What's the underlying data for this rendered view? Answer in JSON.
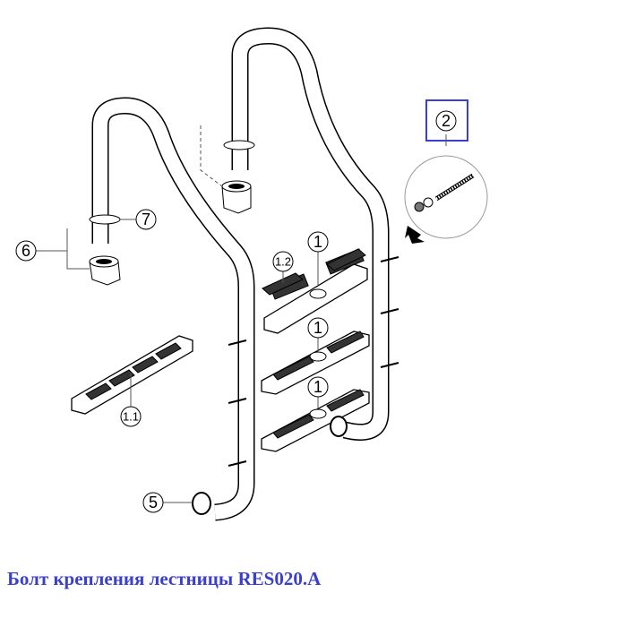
{
  "callouts": {
    "step": "1",
    "step_tread": "1.2",
    "step_alt": "1.1",
    "bolt": "2",
    "end_cap": "5",
    "anchor_kit": "6",
    "escutcheon": "7"
  },
  "caption": "Болт крепления лестницы RES020.A",
  "colors": {
    "highlight_box": "#3b3fd0",
    "caption": "#3b3fd0"
  }
}
